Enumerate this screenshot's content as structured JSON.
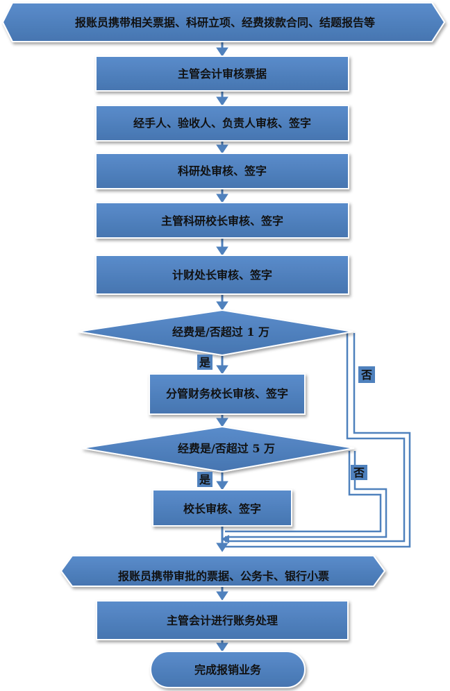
{
  "colors": {
    "node_fill": "#4f81bd",
    "node_border": "#ffffff",
    "edge": "#4f81bd",
    "text": "#111111",
    "label_box": "#4f81bd"
  },
  "nodes": {
    "start": "报账员携带相关票据、科研立项、经费拨款合同、结题报告等",
    "accountant_review": "主管会计审核票据",
    "handler_sign": "经手人、验收人、负责人审核、签字",
    "research_office_sign": "科研处审核、签字",
    "vp_research_sign": "主管科研校长审核、签字",
    "finance_head_sign": "计财处长审核、签字",
    "decision_10k": "经费是/否超过 1 万",
    "vp_finance_sign": "分管财务校长审核、签字",
    "decision_50k": "经费是/否超过 5 万",
    "president_sign": "校长审核、签字",
    "carry_docs": "报账员携带审批的票据、公务卡、银行小票",
    "accounting_process": "主管会计进行账务处理",
    "end": "完成报销业务"
  },
  "labels": {
    "yes_1": "是",
    "no_1": "否",
    "yes_2": "是",
    "no_2": "否"
  }
}
